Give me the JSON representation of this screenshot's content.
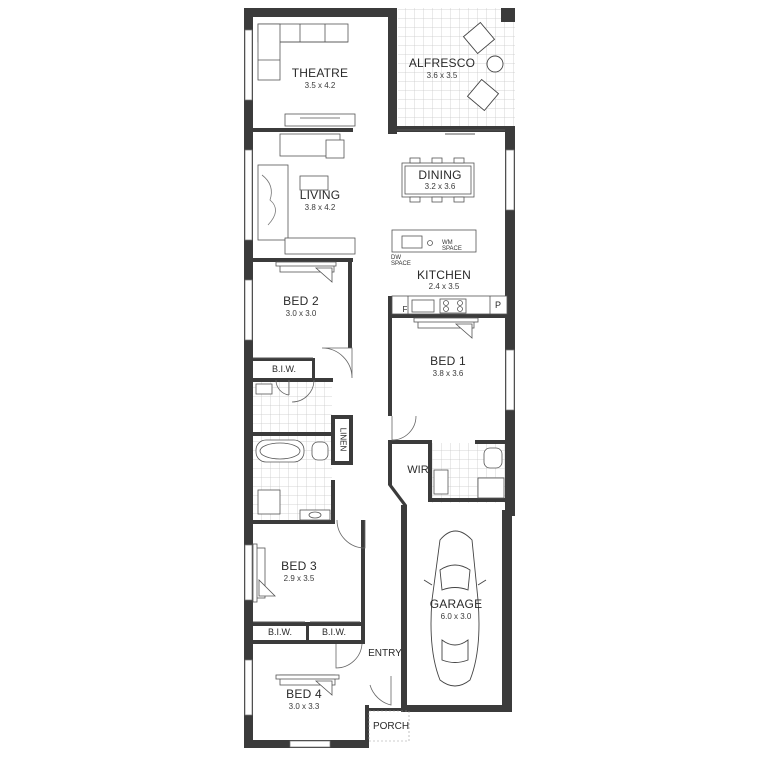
{
  "rooms": {
    "theatre": {
      "name": "THEATRE",
      "size": "3.5 x 4.2"
    },
    "alfresco": {
      "name": "ALFRESCO",
      "size": "3.6 x 3.5"
    },
    "living": {
      "name": "LIVING",
      "size": "3.8 x 4.2"
    },
    "dining": {
      "name": "DINING",
      "size": "3.2 x 3.6"
    },
    "kitchen": {
      "name": "KITCHEN",
      "size": "2.4 x 3.5"
    },
    "bed2": {
      "name": "BED 2",
      "size": "3.0 x 3.0"
    },
    "bed1": {
      "name": "BED 1",
      "size": "3.8 x 3.6"
    },
    "bed3": {
      "name": "BED 3",
      "size": "2.9 x 3.5"
    },
    "bed4": {
      "name": "BED 4",
      "size": "3.0 x 3.3"
    },
    "garage": {
      "name": "GARAGE",
      "size": "6.0 x 3.0"
    }
  },
  "labels": {
    "biw_bed2": "B.I.W.",
    "biw_bed3_left": "B.I.W.",
    "biw_bed3_right": "B.I.W.",
    "linen": "LINEN",
    "wir": "WIR",
    "entry": "ENTRY",
    "porch": "PORCH",
    "fridge": "F",
    "pantry": "P",
    "dw_space": "DW\nSPACE",
    "wm_space": "WM\nSPACE"
  },
  "colors": {
    "wall": "#3b3b3b",
    "line": "#555555",
    "tile": "#cfcfcf"
  }
}
